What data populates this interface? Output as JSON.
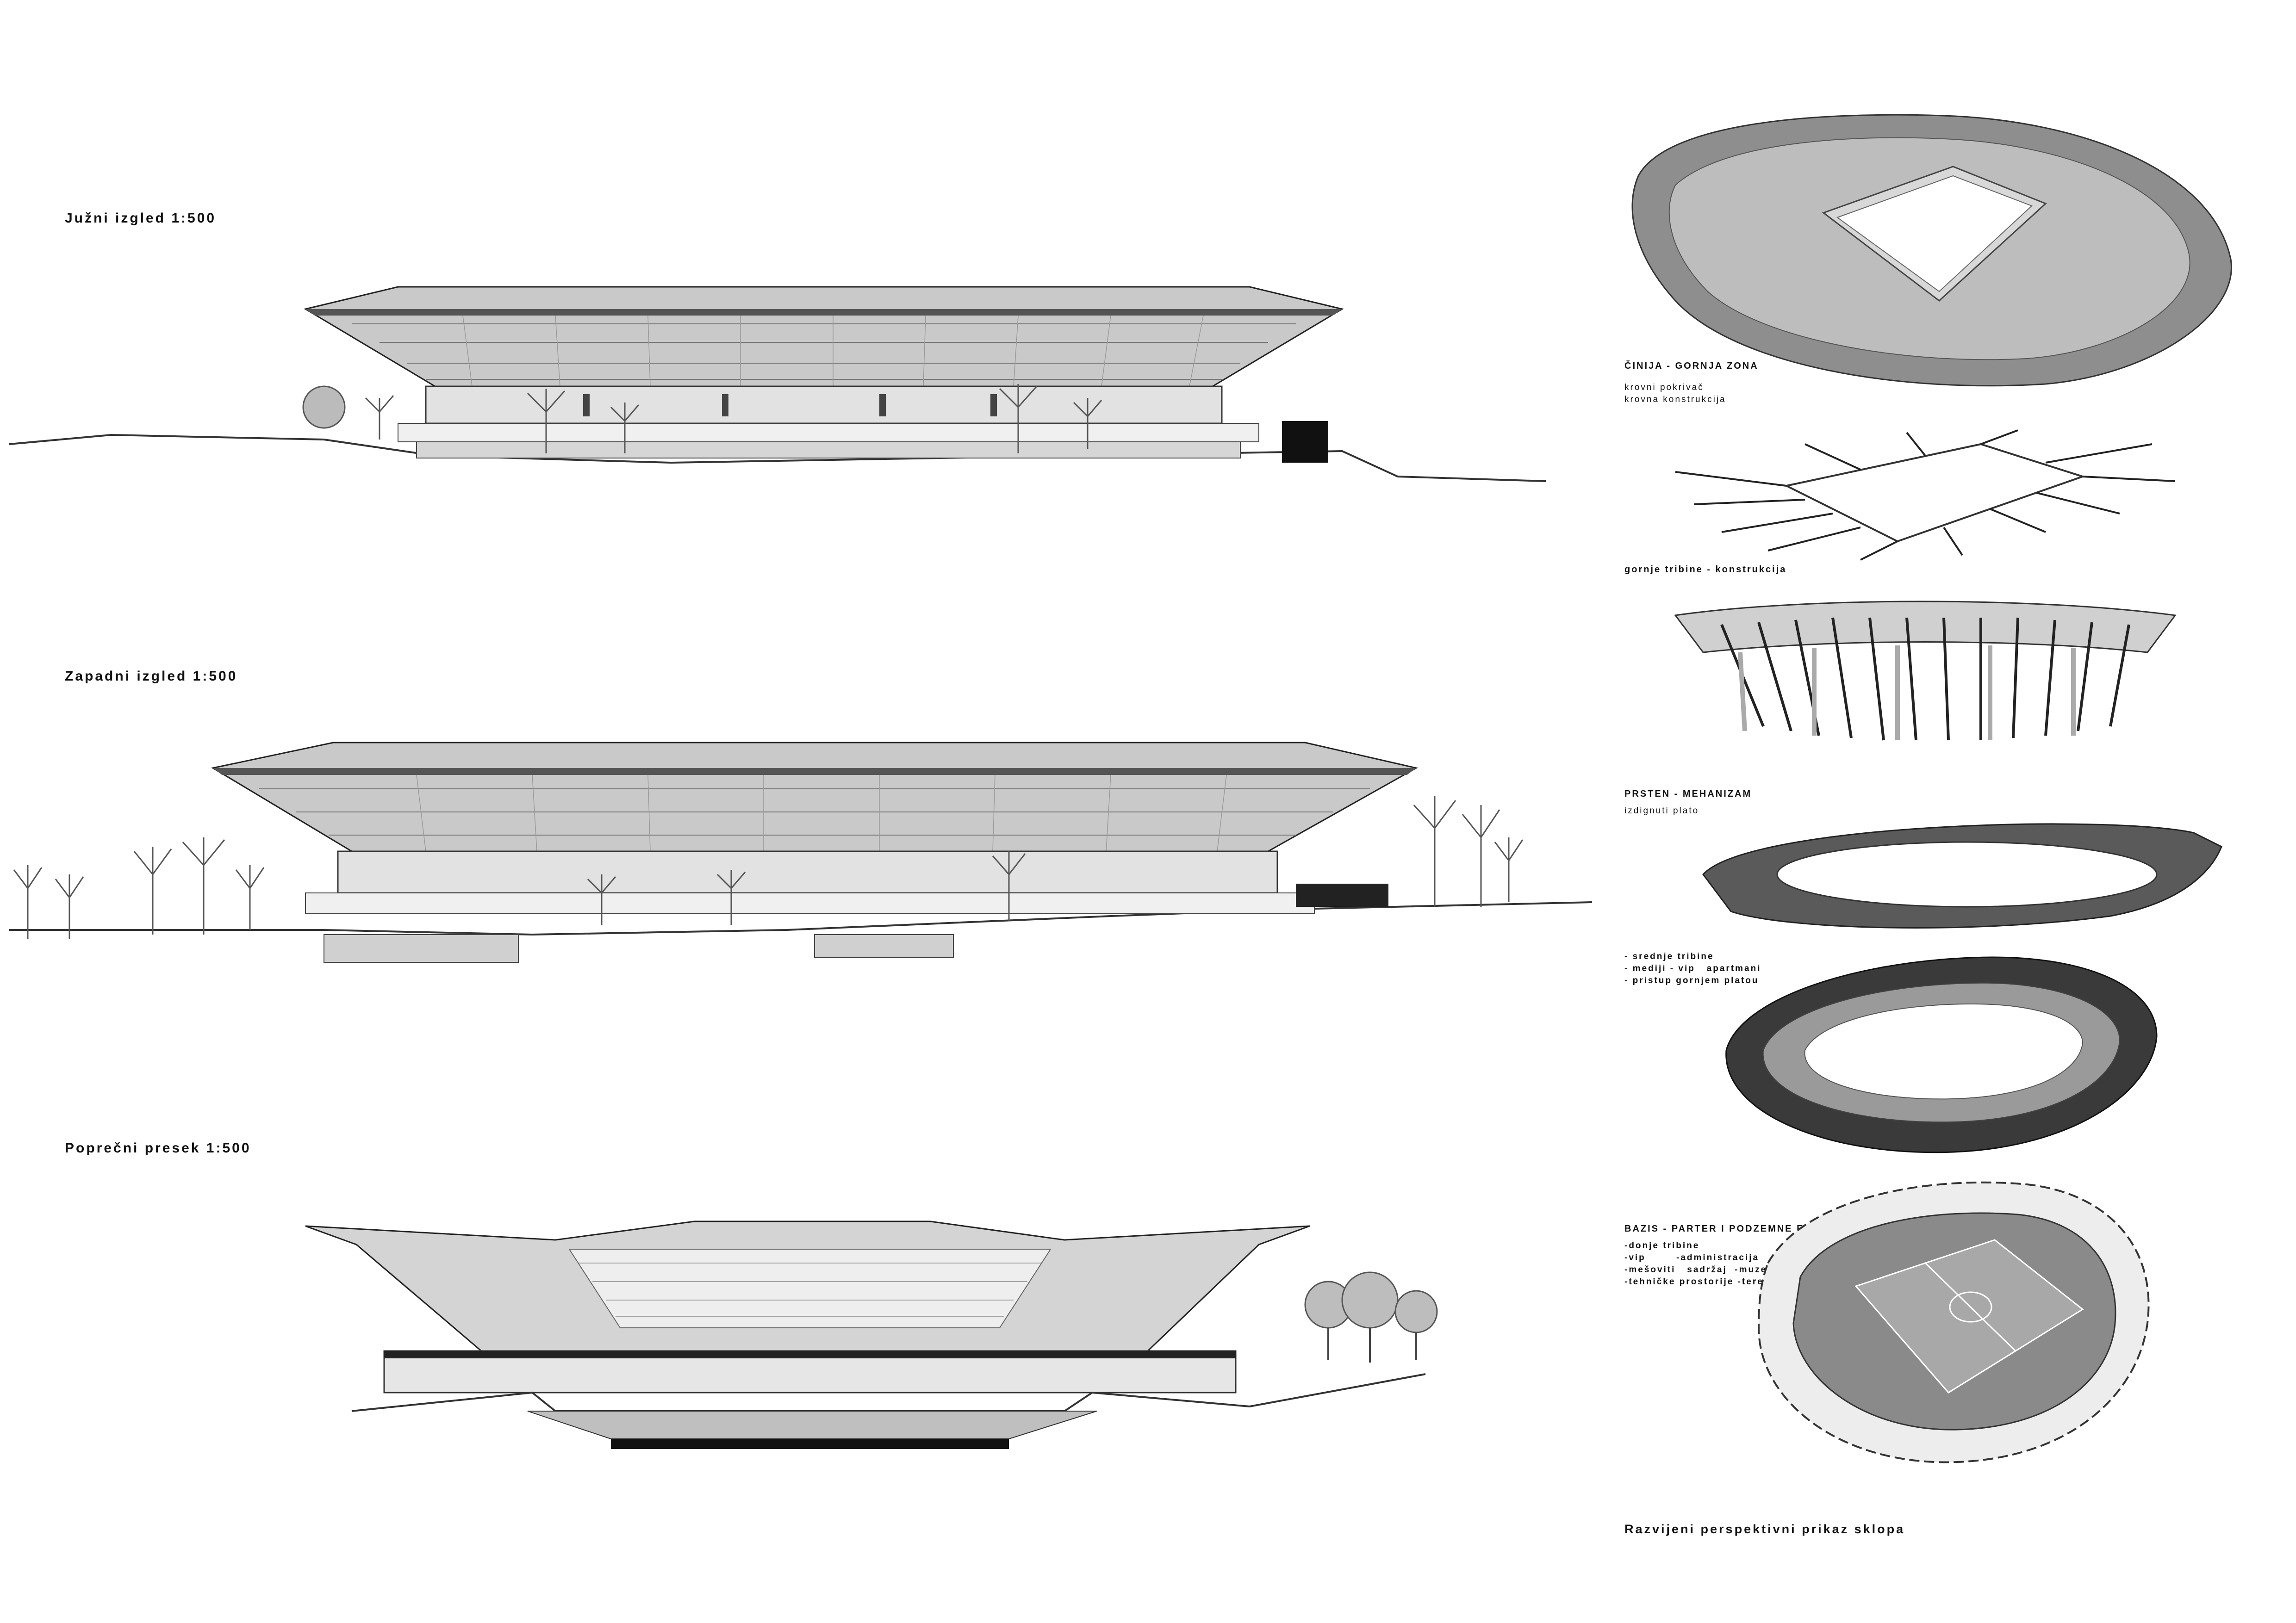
{
  "elevations": {
    "south_title": "Južni izgled 1:500",
    "west_title": "Zapadni izgled 1:500",
    "section_title": "Poprečni presek 1:500"
  },
  "exploded": {
    "layer1_title": "ČINIJA - GORNJA ZONA",
    "layer1_items": "krovni pokrivač\nkrovna konstrukcija",
    "layer2_title": "gornje tribine - konstrukcija",
    "layer3_title": "PRSTEN - MEHANIZAM",
    "layer3_items": "izdignuti plato",
    "layer4_items": "- srednje tribine\n- mediji - vip   apartmani\n- pristup gornjem platou",
    "layer5_title": "BAZIS - PARTER I PODZEMNE ETAŽE",
    "layer5_items": "-donje tribine\n-vip        -administracija\n-mešoviti   sadržaj  -muzej\n-tehničke prostorije -teren",
    "caption": "Razvijeni perspektivni prikaz sklopa"
  }
}
